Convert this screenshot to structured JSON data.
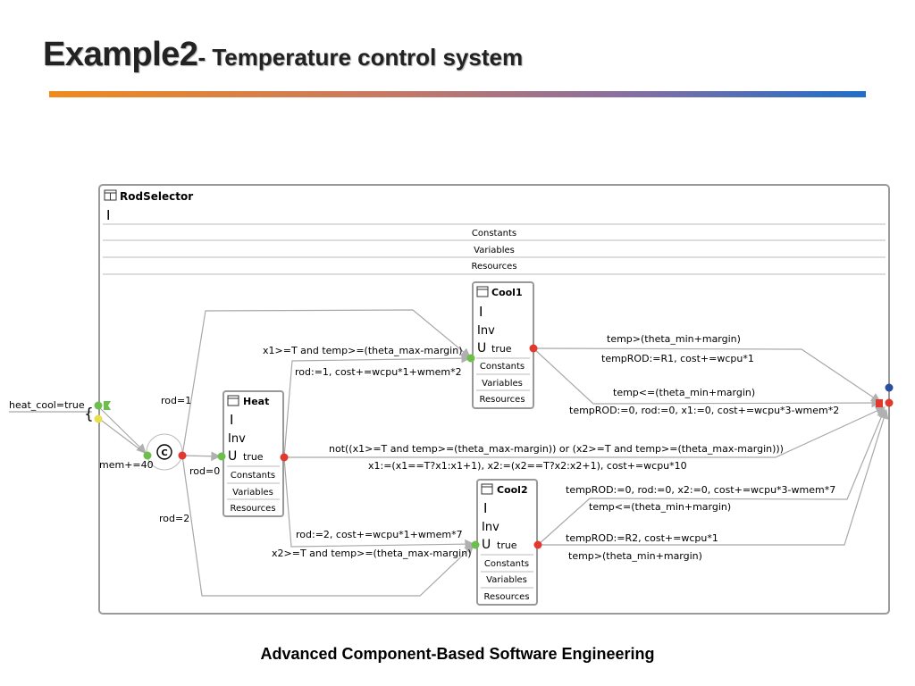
{
  "slide": {
    "title_main": "Example2",
    "title_sub": "- Temperature control system",
    "footer": "Advanced Component-Based Software Engineering"
  },
  "component": {
    "name": "RodSelector",
    "invariant_symbol": "I",
    "sections": [
      "Constants",
      "Variables",
      "Resources"
    ]
  },
  "input": {
    "label": "heat_cool=true"
  },
  "choice": {
    "symbol": "C",
    "entry_update": "mem+=40"
  },
  "states": [
    {
      "name": "Cool1",
      "inv": "I",
      "inv_nv": "Inv",
      "union": "U",
      "union_value": "true",
      "sections": [
        "Constants",
        "Variables",
        "Resources"
      ]
    },
    {
      "name": "Heat",
      "inv": "I",
      "inv_nv": "Inv",
      "union": "U",
      "union_value": "true",
      "sections": [
        "Constants",
        "Variables",
        "Resources"
      ]
    },
    {
      "name": "Cool2",
      "inv": "I",
      "inv_nv": "Inv",
      "union": "U",
      "union_value": "true",
      "sections": [
        "Constants",
        "Variables",
        "Resources"
      ]
    }
  ],
  "labels": {
    "rod1": "rod=1",
    "rod0": "rod=0",
    "rod2": "rod=2",
    "cool1_guard": "x1>=T and temp>=(theta_max-margin)",
    "cool1_update": "rod:=1,  cost+=wcpu*1+wmem*2",
    "cool1_exit_guard_a": "temp>(theta_min+margin)",
    "cool1_exit_update_a": "tempROD:=R1,  cost+=wcpu*1",
    "cool1_exit_guard_b": "temp<=(theta_min+margin)",
    "cool1_exit_update_b": "tempROD:=0,  rod:=0,  x1:=0,  cost+=wcpu*3-wmem*2",
    "heat_exit_guard": "not((x1>=T and temp>=(theta_max-margin)) or (x2>=T and temp>=(theta_max-margin)))",
    "heat_exit_update": "x1:=(x1==T?x1:x1+1),    x2:=(x2==T?x2:x2+1),  cost+=wcpu*10",
    "cool2_update": "rod:=2,  cost+=wcpu*1+wmem*7",
    "cool2_guard": "x2>=T and temp>=(theta_max-margin)",
    "cool2_exit_update_a": "tempROD:=0,  rod:=0,  x2:=0,  cost+=wcpu*3-wmem*7",
    "cool2_exit_guard_a": "temp<=(theta_min+margin)",
    "cool2_exit_update_b": "tempROD:=R2,  cost+=wcpu*1",
    "cool2_exit_guard_b": "temp>(theta_min+margin)"
  },
  "colors": {
    "port_red": "#e03a2f",
    "port_green": "#6cbf4a",
    "port_yellow": "#e8e04a",
    "port_blue": "#2b4da0",
    "edge": "#a8a8a8",
    "border": "#9a9a9a"
  }
}
